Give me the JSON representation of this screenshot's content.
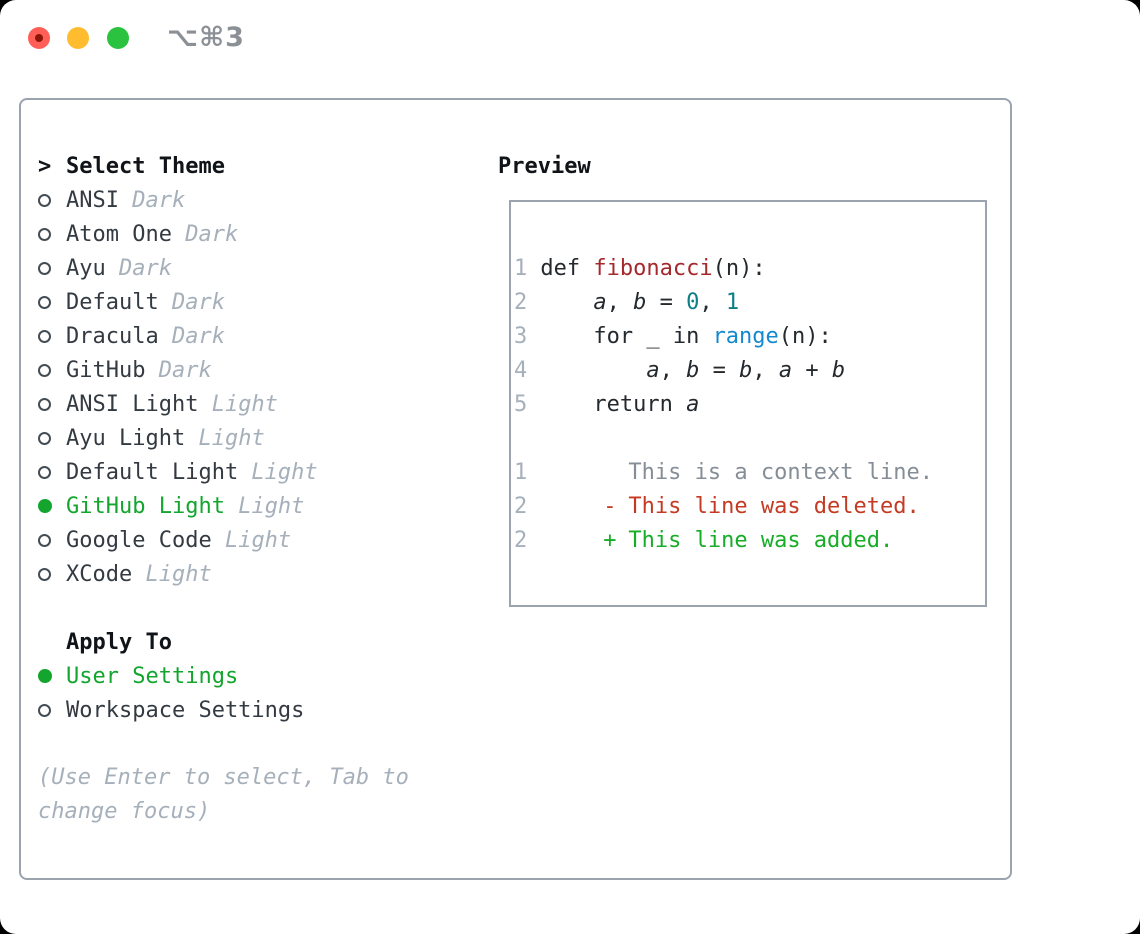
{
  "window": {
    "shortcut_label": "⌥⌘3",
    "traffic_lights": [
      "close",
      "minimize",
      "zoom"
    ]
  },
  "theme_picker": {
    "prompt": ">",
    "title": "Select Theme",
    "themes": [
      {
        "name": "ANSI",
        "variant": "Dark",
        "selected": false
      },
      {
        "name": "Atom One",
        "variant": "Dark",
        "selected": false
      },
      {
        "name": "Ayu",
        "variant": "Dark",
        "selected": false
      },
      {
        "name": "Default",
        "variant": "Dark",
        "selected": false
      },
      {
        "name": "Dracula",
        "variant": "Dark",
        "selected": false
      },
      {
        "name": "GitHub",
        "variant": "Dark",
        "selected": false
      },
      {
        "name": "ANSI Light",
        "variant": "Light",
        "selected": false
      },
      {
        "name": "Ayu Light",
        "variant": "Light",
        "selected": false
      },
      {
        "name": "Default Light",
        "variant": "Light",
        "selected": false
      },
      {
        "name": "GitHub Light",
        "variant": "Light",
        "selected": true
      },
      {
        "name": "Google Code",
        "variant": "Light",
        "selected": false
      },
      {
        "name": "XCode",
        "variant": "Light",
        "selected": false
      }
    ],
    "apply_to": {
      "title": "Apply To",
      "options": [
        {
          "label": "User Settings",
          "selected": true
        },
        {
          "label": "Workspace Settings",
          "selected": false
        }
      ]
    },
    "hint": "(Use Enter to select, Tab to change focus)"
  },
  "preview": {
    "title": "Preview",
    "code_lines": [
      {
        "num": "1",
        "segments": [
          {
            "t": "def ",
            "s": "p"
          },
          {
            "t": "fibonacci",
            "s": "fn"
          },
          {
            "t": "(n):",
            "s": "p"
          }
        ]
      },
      {
        "num": "2",
        "segments": [
          {
            "t": "    ",
            "s": "p"
          },
          {
            "t": "a",
            "s": "v"
          },
          {
            "t": ", ",
            "s": "p"
          },
          {
            "t": "b",
            "s": "v"
          },
          {
            "t": " = ",
            "s": "p"
          },
          {
            "t": "0",
            "s": "n"
          },
          {
            "t": ", ",
            "s": "p"
          },
          {
            "t": "1",
            "s": "n"
          }
        ]
      },
      {
        "num": "3",
        "segments": [
          {
            "t": "    for _ in ",
            "s": "p"
          },
          {
            "t": "range",
            "s": "b"
          },
          {
            "t": "(n):",
            "s": "p"
          }
        ]
      },
      {
        "num": "4",
        "segments": [
          {
            "t": "        ",
            "s": "p"
          },
          {
            "t": "a",
            "s": "v"
          },
          {
            "t": ", ",
            "s": "p"
          },
          {
            "t": "b",
            "s": "v"
          },
          {
            "t": " = ",
            "s": "p"
          },
          {
            "t": "b",
            "s": "v"
          },
          {
            "t": ", ",
            "s": "p"
          },
          {
            "t": "a",
            "s": "v"
          },
          {
            "t": " + ",
            "s": "p"
          },
          {
            "t": "b",
            "s": "v"
          }
        ]
      },
      {
        "num": "5",
        "segments": [
          {
            "t": "    return ",
            "s": "p"
          },
          {
            "t": "a",
            "s": "v"
          }
        ]
      }
    ],
    "diff_lines": [
      {
        "num": "1",
        "marker": " ",
        "text": "This is a context line.",
        "kind": "context"
      },
      {
        "num": "2",
        "marker": "-",
        "text": "This line was deleted.",
        "kind": "deleted"
      },
      {
        "num": "2",
        "marker": "+",
        "text": "This line was added.",
        "kind": "added"
      }
    ]
  },
  "colors": {
    "accent_green": "#13a52e",
    "diff_added": "#17ad27",
    "diff_deleted": "#c43a22",
    "diff_context": "#858e97",
    "code_plain": "#24292e",
    "code_function": "#a5282d",
    "code_number": "#0c7f86",
    "code_builtin": "#1489cf",
    "line_number": "#a6b0bb",
    "dim_gray": "#a6b0bb",
    "ink_black": "#101418",
    "ink_dark": "#333a41",
    "radio_ring": "#444c54",
    "border_gray": "#9aa3ae",
    "shortcut_gray": "#8b9096",
    "traffic_red": "#ff5f57",
    "traffic_red_dot": "#8c1508",
    "traffic_yellow": "#febc2e",
    "traffic_green": "#2ac23f"
  }
}
